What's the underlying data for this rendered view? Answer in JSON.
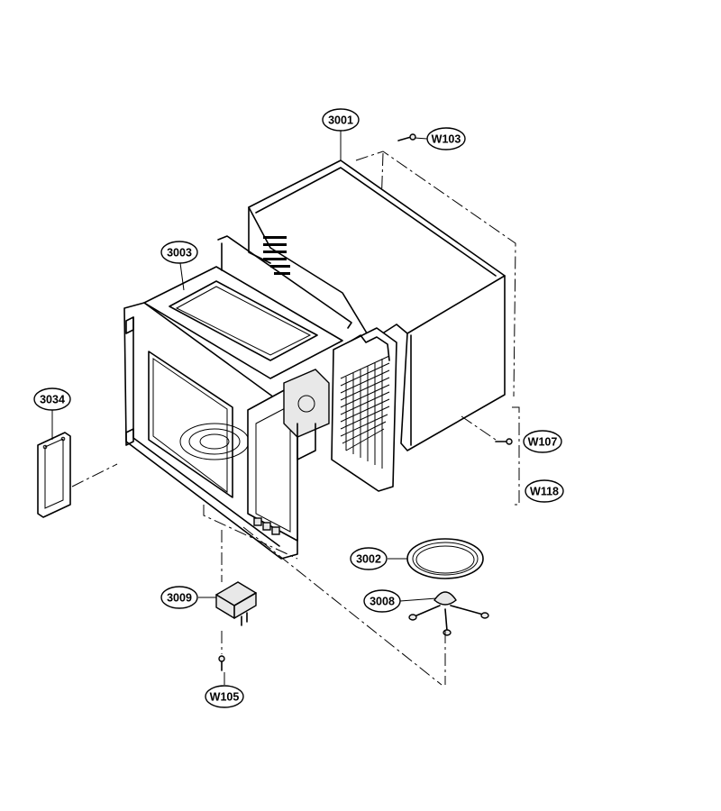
{
  "diagram": {
    "callouts": [
      {
        "id": "c3001",
        "label": "3001"
      },
      {
        "id": "cW103",
        "label": "W103"
      },
      {
        "id": "c3003",
        "label": "3003"
      },
      {
        "id": "c3034",
        "label": "3034"
      },
      {
        "id": "cW107",
        "label": "W107"
      },
      {
        "id": "cW118",
        "label": "W118"
      },
      {
        "id": "c3002",
        "label": "3002"
      },
      {
        "id": "c3008",
        "label": "3008"
      },
      {
        "id": "c3009",
        "label": "3009"
      },
      {
        "id": "cW105",
        "label": "W105"
      }
    ]
  }
}
